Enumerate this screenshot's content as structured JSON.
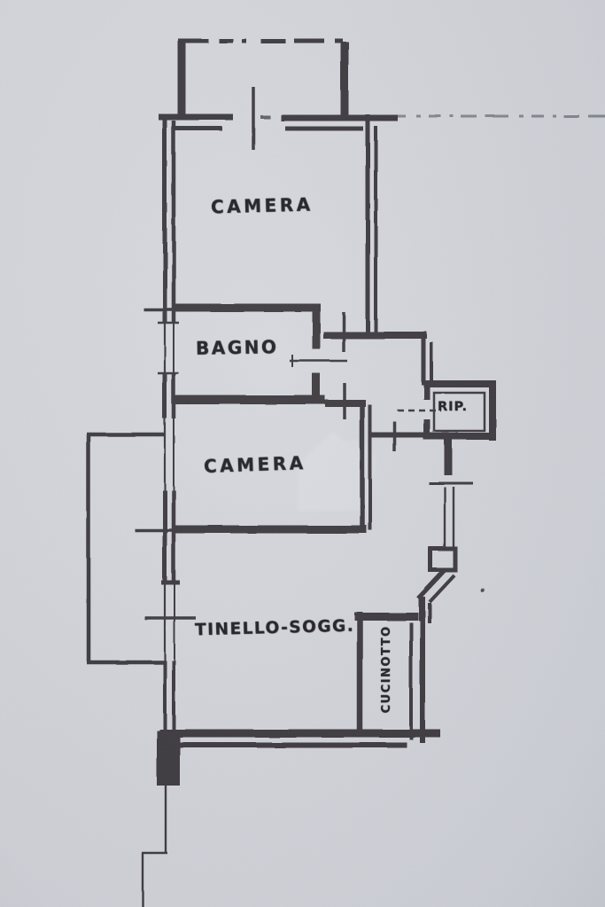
{
  "document": {
    "kind": "scanned-floor-plan",
    "language": "it"
  },
  "palette": {
    "paper": "#d6d8dd",
    "ink": "#26252b"
  },
  "rooms": {
    "camera_1": {
      "label": "CAMERA"
    },
    "bagno": {
      "label": "BAGNO"
    },
    "ripostiglio": {
      "label": "RIP."
    },
    "camera_2": {
      "label": "CAMERA"
    },
    "tinello_soggiorno": {
      "label": "TINELLO-SOGG."
    },
    "cucinotto": {
      "label": "CUCINOTTO"
    }
  },
  "watermark": {
    "icon": "house-icon"
  }
}
